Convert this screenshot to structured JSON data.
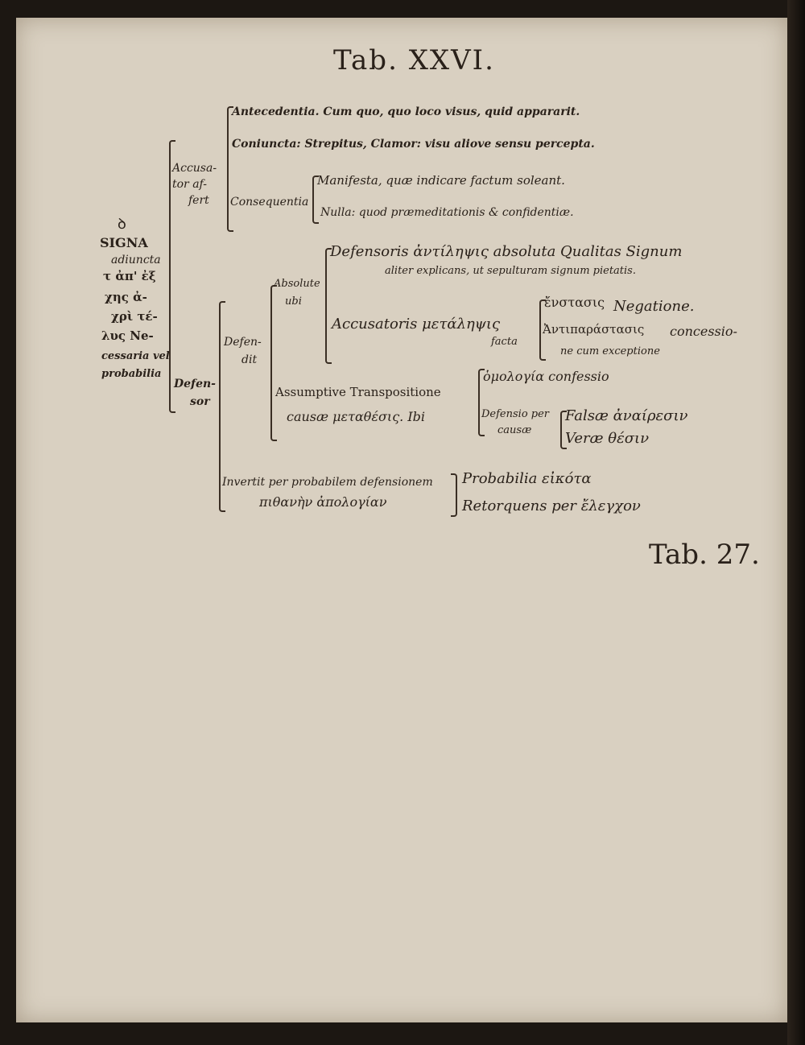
{
  "header": {
    "title": "Tab. XXVI."
  },
  "footer": {
    "catchword": "Tab. 27."
  },
  "root": {
    "symbol": "ꝺ",
    "lines": [
      "SIGNA",
      "adiuncta",
      "τ ἀπ' ἐξ",
      "χης ἀ-",
      "χρὶ τέ-",
      "λυς Νe-",
      "cessaria vel",
      "probabilia"
    ]
  },
  "accusator": {
    "label": [
      "Accusa-",
      "tor af-",
      "fert"
    ],
    "antecedentia": "Antecedentia. Cum quo, quo loco visus, quid appararit.",
    "coniuncta": "Coniuncta: Strepitus, Clamor: visu aliove sensu percepta.",
    "consequentia": {
      "label": "Consequentia",
      "manifesta": "Manifesta, quæ indicare factum soleant.",
      "nulla": "Nulla: quod præmeditationis & confidentiæ."
    }
  },
  "defensor": {
    "label": [
      "Defen-",
      "sor"
    ],
    "defendit": {
      "label": [
        "Defen-",
        "dit"
      ],
      "absolute": {
        "label": [
          "Absolute",
          "ubi"
        ],
        "defensoris_1": "Defensoris ἀντίληψις absoluta Qualitas Signum",
        "defensoris_2": "aliter explicans, ut sepulturam signum pietatis.",
        "accusatoris": "Accusatoris μετάληψις",
        "facta": "facta",
        "enstasis": "ἔνστασις",
        "negatione": "Negatione.",
        "antiparastasis": "Ἀντιπαράστασις",
        "concessio_1": "concessio-",
        "concessio_2": "ne cum exceptione"
      },
      "assumptive": {
        "line1": "Assumptive Transpositione",
        "line2": "causæ μεταθέσις. Ibi",
        "homologia": "ὁμολογία confessio",
        "defensio_1": "Defensio per",
        "defensio_2": "causæ",
        "falsae": "Falsæ ἀναίρεσιν",
        "verae": "Veræ θέσιν"
      }
    },
    "invertit": {
      "line1": "Invertit per probabilem defensionem",
      "line2": "πιθανὴν ἀπολογίαν",
      "probabilia": "Probabilia εἰκότα",
      "retorquens": "Retorquens per ἔλεγχον"
    }
  }
}
